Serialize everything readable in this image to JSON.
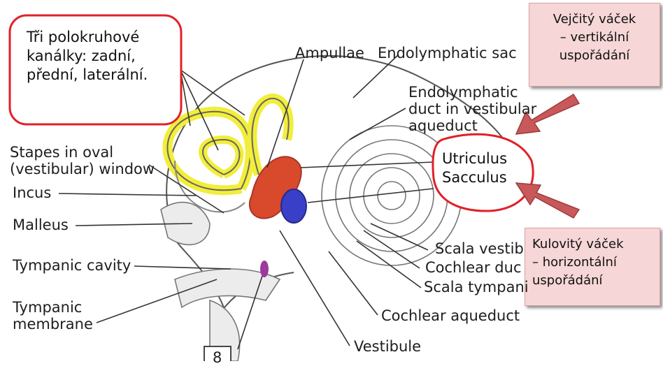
{
  "callout_canals": {
    "lines": [
      "Tři polokruhové",
      "kanálky: zadní,",
      "přední, laterální."
    ]
  },
  "callout_utricle": {
    "lines": [
      "Utriculus",
      "Sacculus"
    ]
  },
  "note_utriculus": {
    "lines": [
      "Vejčitý váček",
      "– vertikální",
      "uspořádání"
    ]
  },
  "note_sacculus": {
    "lines": [
      "Kulovitý váček",
      "– horizontální",
      "uspořádání"
    ]
  },
  "labels": {
    "ampullae": "Ampullae",
    "endolymphatic_sac": "Endolymphatic sac",
    "endolymphatic_duct": [
      "Endolymphatic",
      "duct in vestibular",
      "aqueduct"
    ],
    "stapes": [
      "Stapes in oval",
      "(vestibular) window"
    ],
    "incus": "Incus",
    "malleus": "Malleus",
    "tympanic_cavity": "Tympanic cavity",
    "tympanic_membrane": [
      "Tympanic",
      "membrane"
    ],
    "scala_vestibuli": "Scala vestib",
    "cochlear_duct": "Cochlear duc",
    "scala_tympani": "Scala tympani",
    "cochlear_aqueduct": "Cochlear aqueduct",
    "vestibule": "Vestibule",
    "figure_number": "8"
  },
  "colors": {
    "canal_highlight": "#f2ee3a",
    "utriculus": "#d9492c",
    "sacculus": "#3a3fc8",
    "callout_border": "#e0202a",
    "arrow": "#c8585a",
    "note_bg": "#f6d6d6"
  }
}
